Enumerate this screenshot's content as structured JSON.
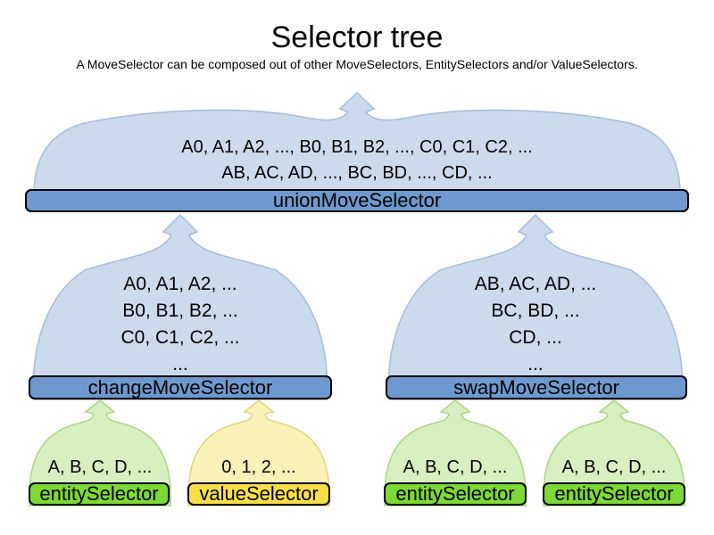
{
  "title": "Selector tree",
  "subtitle": "A MoveSelector can be composed out of other MoveSelectors, EntitySelectors and/or ValueSelectors.",
  "colors": {
    "move_selector_bar": "#6e99cf",
    "move_cloud_fill": "#ccdaee",
    "move_cloud_border": "#a6bcd9",
    "entity_selector_bar": "#7cd936",
    "entity_cloud_fill": "#d7f0c2",
    "entity_cloud_border": "#a9d47f",
    "value_selector_bar": "#f8df49",
    "value_cloud_fill": "#faf1b8",
    "value_cloud_border": "#e3d37a",
    "text": "#000000"
  },
  "union": {
    "label": "unionMoveSelector",
    "lines": [
      "A0, A1, A2, ..., B0, B1, B2, ..., C0, C1, C2, ...",
      "AB, AC, AD, ..., BC, BD, ..., CD, ..."
    ]
  },
  "change": {
    "label": "changeMoveSelector",
    "lines": [
      "A0, A1, A2, ...",
      "B0, B1, B2, ...",
      "C0, C1, C2, ...",
      "..."
    ]
  },
  "swap": {
    "label": "swapMoveSelector",
    "lines": [
      "AB, AC, AD, ...",
      "BC, BD, ...",
      "CD, ...",
      "..."
    ]
  },
  "leaves": [
    {
      "label": "entitySelector",
      "output": "A, B, C, D, ..."
    },
    {
      "label": "valueSelector",
      "output": "0, 1, 2, ..."
    },
    {
      "label": "entitySelector",
      "output": "A, B, C, D, ..."
    },
    {
      "label": "entitySelector",
      "output": "A, B, C, D, ..."
    }
  ]
}
